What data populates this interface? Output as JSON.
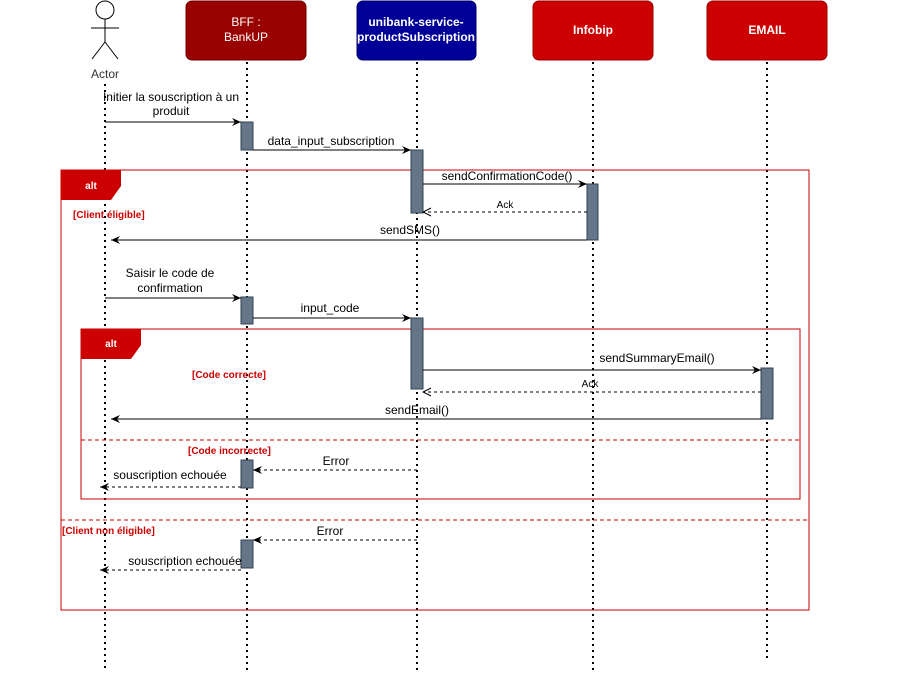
{
  "actor": {
    "label": "Actor"
  },
  "participants": [
    {
      "id": "bff",
      "line1": "BFF :",
      "line2": "BankUP",
      "color": "#990000"
    },
    {
      "id": "uni",
      "line1": "unibank-service-",
      "line2": "productSubscription",
      "color": "#000099"
    },
    {
      "id": "infobip",
      "line1": "Infobip",
      "line2": "",
      "color": "#cc0000"
    },
    {
      "id": "email",
      "line1": "EMAIL",
      "line2": "",
      "color": "#cc0000"
    }
  ],
  "messages": {
    "m1_line1": "Initier la souscription à un",
    "m1_line2": "produit",
    "m2": "data_input_subscription",
    "m3": "sendConfirmationCode()",
    "m4": "Ack",
    "m5": "sendSMS()",
    "m6_line1": "Saisir le code de",
    "m6_line2": "confirmation",
    "m7": "input_code",
    "m8": "sendSummaryEmail()",
    "m9": "Ack",
    "m10": "sendEmail()",
    "m11": "Error",
    "m12": "souscription echouée",
    "m13": "Error",
    "m14": "souscription echouée"
  },
  "frames": {
    "outer_tag": "alt",
    "outer_guard1": "[Client éligible]",
    "outer_guard2": "[Client non éligible]",
    "inner_tag": "alt",
    "inner_guard1": "[Code correcte]",
    "inner_guard2": "[Code incorrecte]"
  },
  "colors": {
    "frame": "#cc0000",
    "activation": "#647687",
    "activation_border": "#314354"
  }
}
